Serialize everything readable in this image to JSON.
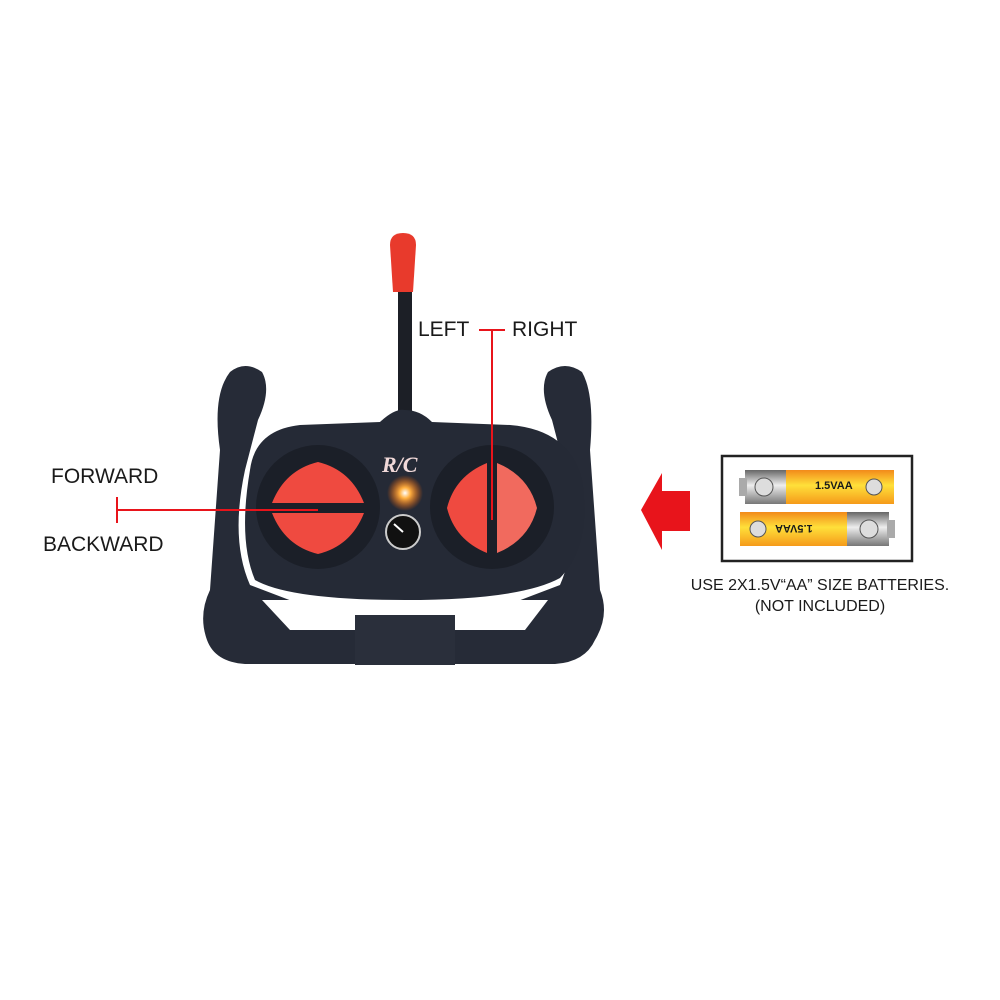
{
  "labels": {
    "left": "LEFT",
    "right": "RIGHT",
    "forward": "FORWARD",
    "backward": "BACKWARD"
  },
  "remote": {
    "logo": "R/C"
  },
  "battery": {
    "top_label": "1.5VAA",
    "bottom_label": "1.5VAA",
    "note_line1": "USE 2X1.5V“AA” SIZE BATTERIES.",
    "note_line2": "(NOT INCLUDED)"
  },
  "colors": {
    "accent_red": "#e8141b",
    "button_red": "#ef4a40",
    "body": "#242a36",
    "battery_yellow": "#f7c21a"
  }
}
